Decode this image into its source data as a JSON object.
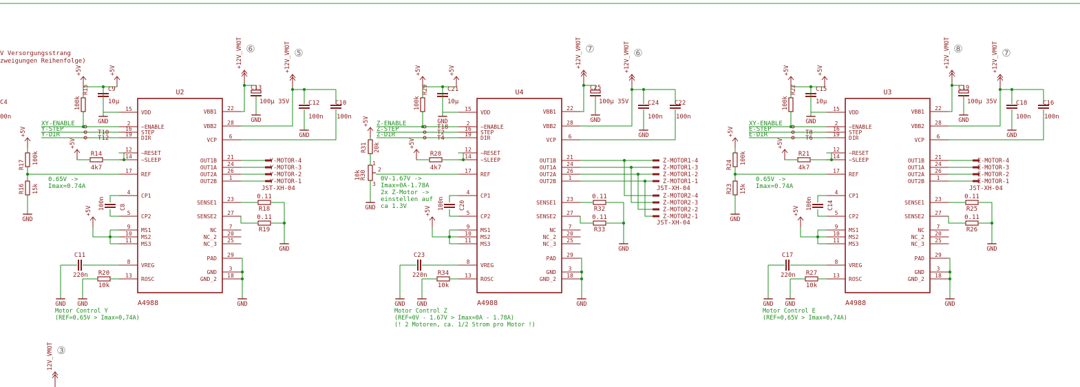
{
  "colors": {
    "part": "#8b1a1a",
    "net": "#1e8c1e",
    "frame": "#2a9d2a",
    "junction": "#1e8c1e",
    "background": "#ffffff"
  },
  "header_note": {
    "line1": "V Versorgungsstrang",
    "line2": "zweigungen Reihenfolge)"
  },
  "left_fragment": {
    "part": "C4",
    "value": "00n"
  },
  "bottom_supply": {
    "label": "12V_VMOT",
    "circle": "③"
  },
  "drivers": [
    {
      "chip": "U2",
      "family": "A4988",
      "pins_left": [
        {
          "name": "VDD",
          "num": "15"
        },
        {
          "name": "~ENABLE",
          "num": "2"
        },
        {
          "name": "STEP",
          "num": "16"
        },
        {
          "name": "DIR",
          "num": "19"
        },
        {
          "name": "~RESET",
          "num": "12"
        },
        {
          "name": "~SLEEP",
          "num": "14"
        },
        {
          "name": "REF",
          "num": "17"
        },
        {
          "name": "CP1",
          "num": "4"
        },
        {
          "name": "CP2",
          "num": "5"
        },
        {
          "name": "MS1",
          "num": "9"
        },
        {
          "name": "MS2",
          "num": "10"
        },
        {
          "name": "MS3",
          "num": "11"
        },
        {
          "name": "VREG",
          "num": "8"
        },
        {
          "name": "ROSC",
          "num": "13"
        }
      ],
      "pins_right": [
        {
          "name": "VBB1",
          "num": "22"
        },
        {
          "name": "VBB2",
          "num": "28"
        },
        {
          "name": "VCP",
          "num": "6"
        },
        {
          "name": "OUT1B",
          "num": "21"
        },
        {
          "name": "OUT1A",
          "num": "24"
        },
        {
          "name": "OUT2A",
          "num": "26"
        },
        {
          "name": "OUT2B",
          "num": "1"
        },
        {
          "name": "SENSE1",
          "num": "23"
        },
        {
          "name": "SENSE2",
          "num": "27"
        },
        {
          "name": "NC",
          "num": "7"
        },
        {
          "name": "NC_2",
          "num": "20"
        },
        {
          "name": "NC_3",
          "num": "25"
        },
        {
          "name": "PAD",
          "num": "29"
        },
        {
          "name": "GND",
          "num": "3"
        },
        {
          "name": "GND_2",
          "num": "18"
        }
      ],
      "supply_labels": [
        "+5V",
        "+5V",
        "+5V",
        "+5V",
        "+5V"
      ],
      "vmot": {
        "label": "+12V_VMOT",
        "circle1": "⑥",
        "circle2": "⑤"
      },
      "cap_vdd": {
        "name": "C9",
        "value": "10µ"
      },
      "res_enable": {
        "name": "R15",
        "value": "100k"
      },
      "bulk_cap": {
        "name": "C13",
        "value": "100µ 35V"
      },
      "caps_vbb": [
        {
          "name": "C12",
          "value": "100n"
        },
        {
          "name": "C10",
          "value": "100n"
        }
      ],
      "signals": [
        "XY-ENABLE",
        "Y-STEP",
        "Y-DIR"
      ],
      "testpoints": [
        "T10",
        "T12"
      ],
      "res_reset": {
        "name": "R14",
        "value": "4k7"
      },
      "ref_divider": [
        {
          "name": "R17",
          "value": "100k"
        },
        {
          "name": "R16",
          "value": "15k"
        }
      ],
      "ref_note": [
        "0.65V ->",
        "Imax=0.74A"
      ],
      "cap_cp": {
        "name": "C8",
        "value": "100n"
      },
      "cap_vreg": {
        "name": "C11",
        "value": "220n"
      },
      "res_rosc": {
        "name": "R20",
        "value": "10k"
      },
      "sense_res": [
        {
          "name": "R18",
          "value": "0.11"
        },
        {
          "name": "R19",
          "value": "0.11"
        }
      ],
      "motor_nets": [
        "Y-MOTOR-4",
        "Y-MOTOR-3",
        "Y-MOTOR-2",
        "Y-MOTOR-1"
      ],
      "connector": "JST-XH-04",
      "caption": [
        "Motor Control Y",
        "(REF=0,65V > Imax=0,74A)"
      ],
      "gnd": "GND"
    },
    {
      "chip": "U4",
      "family": "A4988",
      "pins_left": [
        {
          "name": "VDD",
          "num": "15"
        },
        {
          "name": "~ENABLE",
          "num": "2"
        },
        {
          "name": "STEP",
          "num": "16"
        },
        {
          "name": "DIR",
          "num": "19"
        },
        {
          "name": "~RESET",
          "num": "12"
        },
        {
          "name": "~SLEEP",
          "num": "14"
        },
        {
          "name": "REF",
          "num": "17"
        },
        {
          "name": "CP1",
          "num": "4"
        },
        {
          "name": "CP2",
          "num": "5"
        },
        {
          "name": "MS1",
          "num": "9"
        },
        {
          "name": "MS2",
          "num": "10"
        },
        {
          "name": "MS3",
          "num": "11"
        },
        {
          "name": "VREG",
          "num": "8"
        },
        {
          "name": "ROSC",
          "num": "13"
        }
      ],
      "pins_right": [
        {
          "name": "VBB1",
          "num": "22"
        },
        {
          "name": "VBB2",
          "num": "28"
        },
        {
          "name": "VCP",
          "num": "6"
        },
        {
          "name": "OUT1B",
          "num": "21"
        },
        {
          "name": "OUT1A",
          "num": "24"
        },
        {
          "name": "OUT2A",
          "num": "26"
        },
        {
          "name": "OUT2B",
          "num": "1"
        },
        {
          "name": "SENSE1",
          "num": "23"
        },
        {
          "name": "SENSE2",
          "num": "27"
        },
        {
          "name": "NC",
          "num": "7"
        },
        {
          "name": "NC_2",
          "num": "20"
        },
        {
          "name": "NC_3",
          "num": "25"
        },
        {
          "name": "PAD",
          "num": "29"
        },
        {
          "name": "GND",
          "num": "3"
        },
        {
          "name": "GND_2",
          "num": "18"
        }
      ],
      "supply_labels": [
        "+5V",
        "+5V",
        "+5V",
        "+5V",
        "+5V"
      ],
      "vmot": {
        "label": "+12V_VMOT",
        "circle1": "⑦",
        "circle2": "⑥"
      },
      "cap_vdd": {
        "name": "C21",
        "value": "10µ"
      },
      "res_enable": {
        "name": "R29",
        "value": "100k"
      },
      "bulk_cap": {
        "name": "C25",
        "value": "100µ 35V"
      },
      "caps_vbb": [
        {
          "name": "C24",
          "value": "100n"
        },
        {
          "name": "C22",
          "value": "100n"
        }
      ],
      "signals": [
        "Z-ENABLE",
        "Z-STEP",
        "Z-DIR"
      ],
      "testpoints": [
        "T18",
        "T2",
        "T4"
      ],
      "res_reset": {
        "name": "R28",
        "value": "4k7"
      },
      "ref_divider": [
        {
          "name": "R31",
          "value": "20k"
        },
        {
          "name": "R30",
          "value": "10k"
        }
      ],
      "pot_pins": [
        "1",
        "3",
        "2"
      ],
      "ref_note": [
        "0V-1.67V ->",
        "Imax=0A-1.78A",
        "2x Z-Motor ->",
        "einstellen auf",
        "ca 1.3V"
      ],
      "cap_cp": {
        "name": "C20",
        "value": "100n"
      },
      "cap_vreg": {
        "name": "C23",
        "value": "220n"
      },
      "res_rosc": {
        "name": "R34",
        "value": "10k"
      },
      "sense_res": [
        {
          "name": "R32",
          "value": "0.11"
        },
        {
          "name": "R33",
          "value": "0.11"
        }
      ],
      "motor_nets": [
        "Z-MOTOR1-4",
        "Z-MOTOR1-3",
        "Z-MOTOR1-2",
        "Z-MOTOR1-1"
      ],
      "motor_nets_2": [
        "Z-MOTOR2-4",
        "Z-MOTOR2-3",
        "Z-MOTOR2-2",
        "Z-MOTOR2-1"
      ],
      "connector": "JST-XH-04",
      "connector_2": "JST-XH-04",
      "caption": [
        "Motor Control Z",
        "(REF=0V - 1.67V  > Imax=0A - 1.78A)",
        "(! 2 Motoren, ca. 1/2 Strom pro Motor !)"
      ],
      "gnd": "GND"
    },
    {
      "chip": "U3",
      "family": "A4988",
      "pins_left": [
        {
          "name": "VDD",
          "num": "15"
        },
        {
          "name": "~ENABLE",
          "num": "2"
        },
        {
          "name": "STEP",
          "num": "16"
        },
        {
          "name": "DIR",
          "num": "19"
        },
        {
          "name": "~RESET",
          "num": "12"
        },
        {
          "name": "~SLEEP",
          "num": "14"
        },
        {
          "name": "REF",
          "num": "17"
        },
        {
          "name": "CP1",
          "num": "4"
        },
        {
          "name": "CP2",
          "num": "5"
        },
        {
          "name": "MS1",
          "num": "9"
        },
        {
          "name": "MS2",
          "num": "10"
        },
        {
          "name": "MS3",
          "num": "11"
        },
        {
          "name": "VREG",
          "num": "8"
        },
        {
          "name": "ROSC",
          "num": "13"
        }
      ],
      "pins_right": [
        {
          "name": "VBB1",
          "num": "22"
        },
        {
          "name": "VBB2",
          "num": "28"
        },
        {
          "name": "VCP",
          "num": "6"
        },
        {
          "name": "OUT1B",
          "num": "21"
        },
        {
          "name": "OUT1A",
          "num": "24"
        },
        {
          "name": "OUT2A",
          "num": "26"
        },
        {
          "name": "OUT2B",
          "num": "1"
        },
        {
          "name": "SENSE1",
          "num": "23"
        },
        {
          "name": "SENSE2",
          "num": "27"
        },
        {
          "name": "NC",
          "num": "7"
        },
        {
          "name": "NC_2",
          "num": "20"
        },
        {
          "name": "NC_3",
          "num": "25"
        },
        {
          "name": "PAD",
          "num": "29"
        },
        {
          "name": "GND",
          "num": "3"
        },
        {
          "name": "GND_2",
          "num": "18"
        }
      ],
      "supply_labels": [
        "+5V",
        "+5V",
        "+5V",
        "+5V",
        "+5V"
      ],
      "vmot": {
        "label": "+12V_VMOT",
        "circle1": "⑧",
        "circle2": "⑦"
      },
      "cap_vdd": {
        "name": "C15",
        "value": "10µ"
      },
      "res_enable": {
        "name": "R22",
        "value": "100k"
      },
      "bulk_cap": {
        "name": "C19",
        "value": "100µ 35V"
      },
      "caps_vbb": [
        {
          "name": "C18",
          "value": "100n"
        },
        {
          "name": "C16",
          "value": "100n"
        }
      ],
      "signals": [
        "XY-ENABLE",
        "E-STEP",
        "E-DIR"
      ],
      "testpoints": [
        "T8",
        "T6"
      ],
      "res_reset": {
        "name": "R21",
        "value": "4k7"
      },
      "ref_divider": [
        {
          "name": "R24",
          "value": "100k"
        },
        {
          "name": "R23",
          "value": "15k"
        }
      ],
      "ref_note": [
        "0.65V ->",
        "Imax=0.74A"
      ],
      "cap_cp": {
        "name": "C14",
        "value": "100n"
      },
      "cap_vreg": {
        "name": "C17",
        "value": "220n"
      },
      "res_rosc": {
        "name": "R27",
        "value": "10k"
      },
      "sense_res": [
        {
          "name": "R25",
          "value": "0.11"
        },
        {
          "name": "R26",
          "value": "0.11"
        }
      ],
      "motor_nets": [
        "E-MOTOR-4",
        "E-MOTOR-3",
        "E-MOTOR-2",
        "E-MOTOR-1"
      ],
      "connector": "JST-XH-04",
      "caption": [
        "Motor Control E",
        "(REF=0,65V > Imax=0,74A)"
      ],
      "gnd": "GND"
    }
  ]
}
